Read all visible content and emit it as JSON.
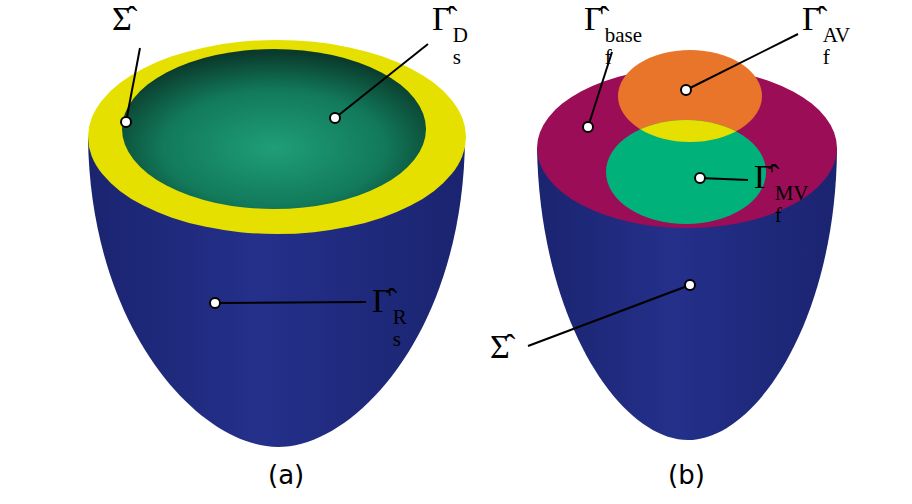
{
  "diagram": {
    "labels": [
      "Σ̂",
      "Γ̂sD",
      "Γ̂sR",
      "Γ̂fbase",
      "Γ̂fAV",
      "Γ̂fMV",
      "Σ̂",
      "(a)",
      "(b)"
    ]
  }
}
